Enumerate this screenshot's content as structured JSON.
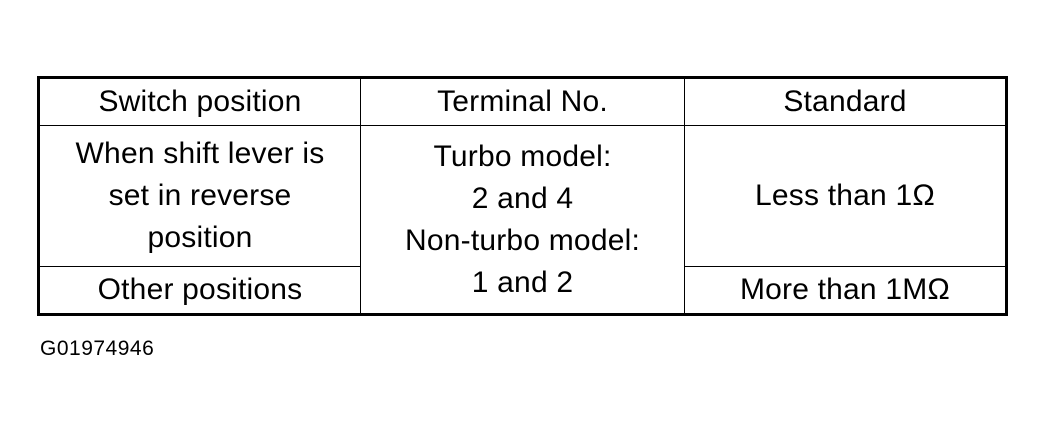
{
  "table": {
    "headers": [
      "Switch position",
      "Terminal No.",
      "Standard"
    ],
    "rows": {
      "reverse": {
        "switch_position": [
          "When shift lever is",
          "set in reverse",
          "position"
        ],
        "standard": "Less than 1Ω"
      },
      "other": {
        "switch_position": "Other positions",
        "standard": "More than 1MΩ"
      },
      "terminal": [
        "Turbo model:",
        "2 and 4",
        "Non-turbo model:",
        "1 and 2"
      ]
    }
  },
  "figure_id": "G01974946"
}
